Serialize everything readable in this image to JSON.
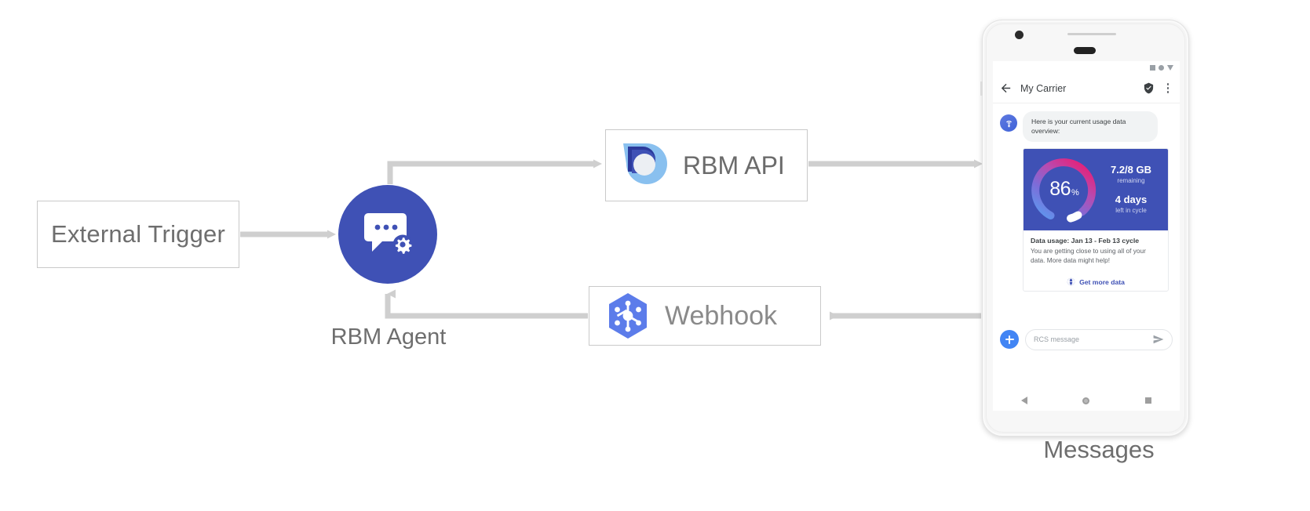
{
  "diagram": {
    "nodes": {
      "external_trigger": {
        "label": "External Trigger"
      },
      "rbm_agent": {
        "label": "RBM Agent",
        "color": "#3f51b5"
      },
      "rbm_api": {
        "label": "RBM API",
        "icon": "rbm-api-icon"
      },
      "webhook": {
        "label": "Webhook",
        "icon": "webhook-hexagon-icon"
      },
      "device": {
        "label": "Messages"
      }
    },
    "connector_color": "#cfcfcf"
  },
  "phone": {
    "status_bar": {
      "icons": [
        "square-icon",
        "circle-icon",
        "triangle-down-icon"
      ]
    },
    "app_bar": {
      "back_label": "back-arrow-icon",
      "title": "My Carrier",
      "verified_label": "verified-shield-icon",
      "menu_label": "overflow-menu-icon"
    },
    "conversation": {
      "avatar": "carrier-tower-icon",
      "message_text": "Here is your current usage data overview:",
      "card": {
        "gauge": {
          "percent": "86",
          "percent_unit": "%",
          "data_value": "7.2/8 GB",
          "data_caption": "remaining",
          "days_value": "4 days",
          "days_caption": "left in cycle",
          "panel_color": "#3f51b5",
          "arc_colors": [
            "#5b9bf0",
            "#8a63d2",
            "#e0257e",
            "#ffffff"
          ]
        },
        "title": "Data usage: Jan 13 - Feb 13 cycle",
        "description": "You are getting close to using all of your data. More data might help!",
        "action_label": "Get more data",
        "action_icon": "globe-icon",
        "action_color": "#3f51b5"
      }
    },
    "composer": {
      "add_label": "plus-icon",
      "placeholder": "RCS message",
      "value": "",
      "send_label": "send-icon"
    },
    "nav_bar": {
      "back": "nav-back-icon",
      "home": "nav-home-icon",
      "recents": "nav-recents-icon"
    }
  }
}
